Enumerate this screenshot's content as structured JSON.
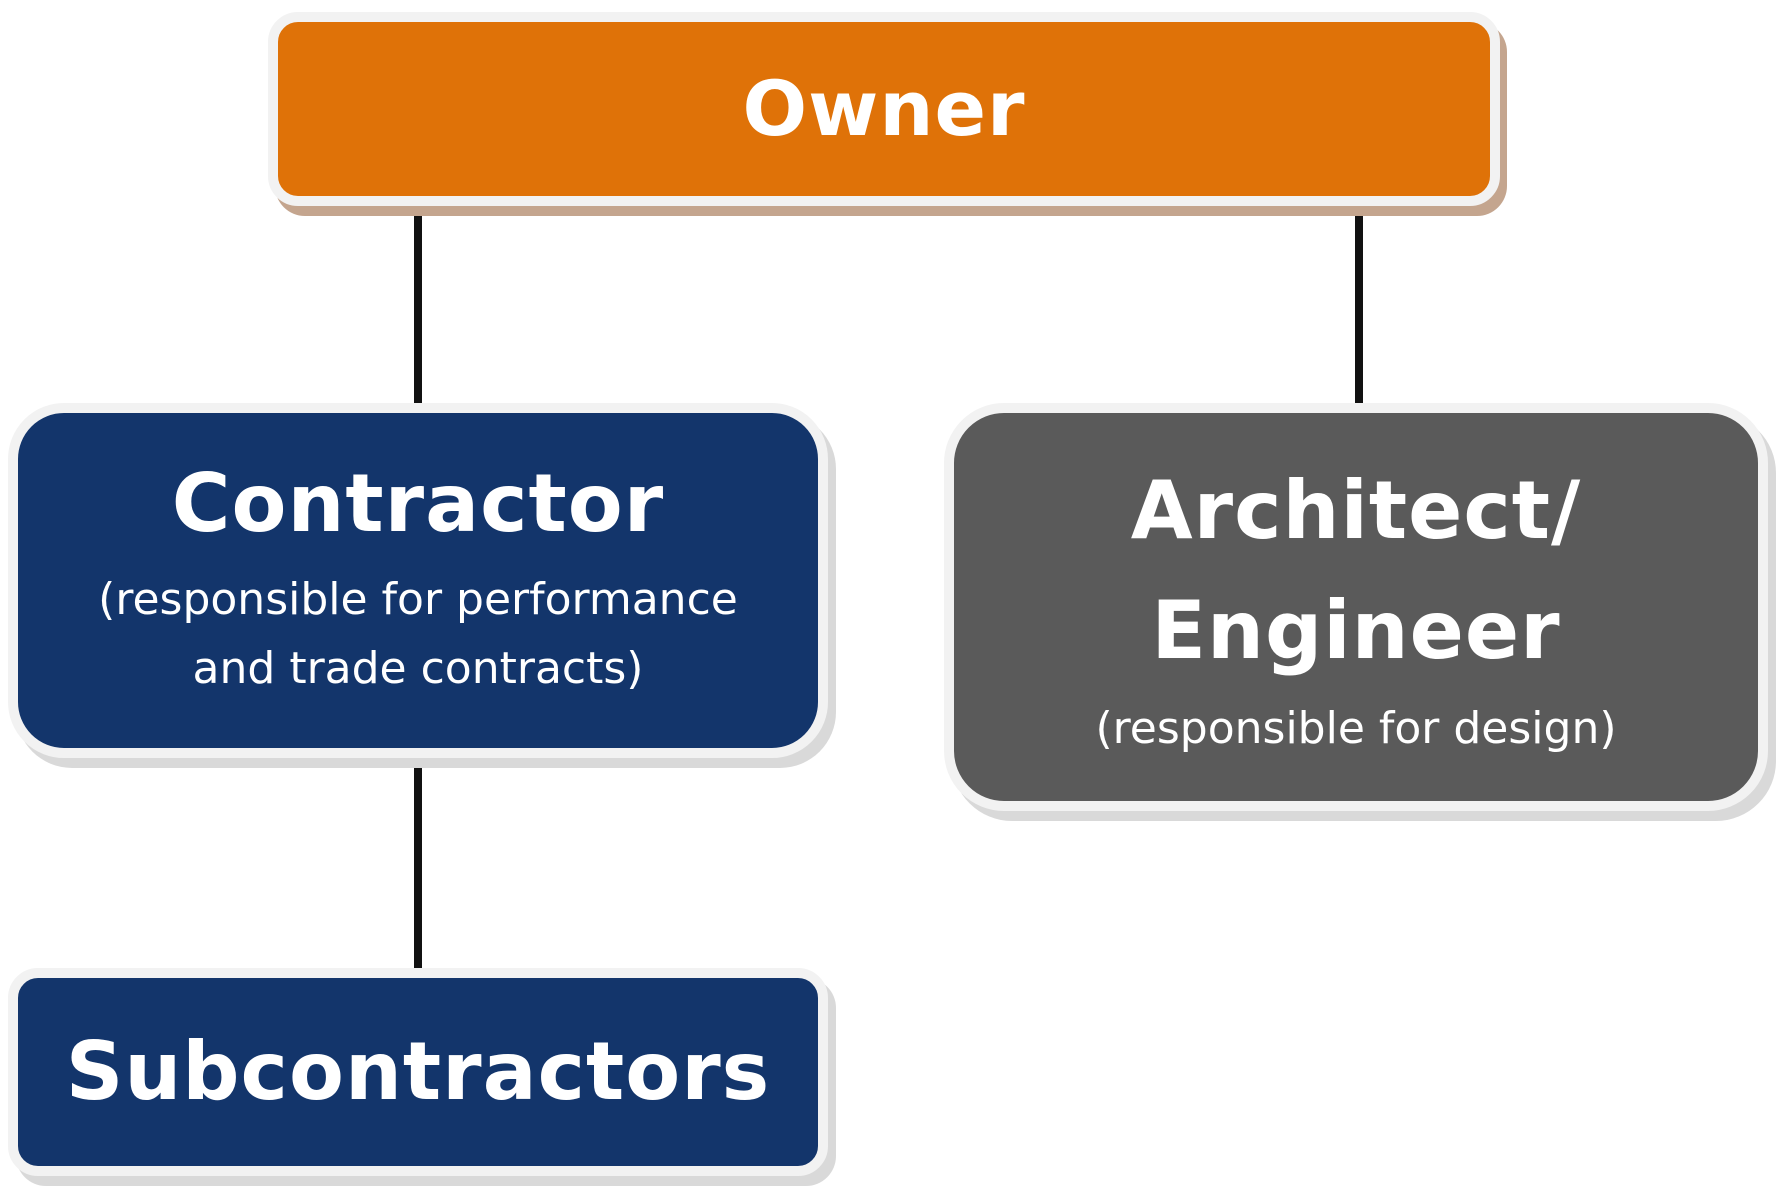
{
  "colors": {
    "owner": "#df7208",
    "contractor": "#13356b",
    "architect": "#5a5a5a",
    "subcontractors": "#13356b",
    "connector": "#111111"
  },
  "nodes": {
    "owner": {
      "title": "Owner"
    },
    "contractor": {
      "title": "Contractor",
      "subtitle_line1": "(responsible for performance",
      "subtitle_line2": "and trade contracts)"
    },
    "architect": {
      "title_line1": "Architect/",
      "title_line2": "Engineer",
      "subtitle": "(responsible for design)"
    },
    "subcontractors": {
      "title": "Subcontractors"
    }
  }
}
